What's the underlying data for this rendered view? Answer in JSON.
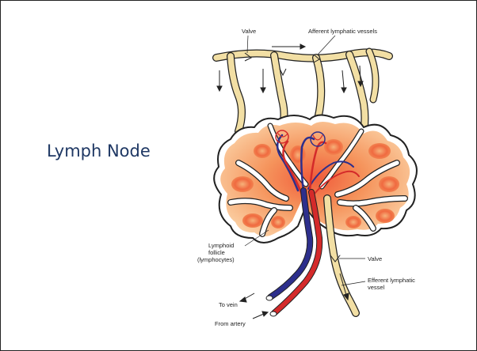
{
  "slide": {
    "title": "Lymph Node"
  },
  "diagram": {
    "labels": {
      "valve_top": "Valve",
      "afferent": "Afferent lymphatic vessels",
      "follicle_line1": "Lymphoid",
      "follicle_line2": "follicle",
      "follicle_line3": "(lymphocytes)",
      "valve_bottom": "Valve",
      "efferent_line1": "Efferent lymphatic",
      "efferent_line2": "vessel",
      "to_vein": "To vein",
      "from_artery": "From artery"
    },
    "colors": {
      "vessel": "#f2dfa4",
      "node_fill": "#f7a86a",
      "node_dark": "#f0784a",
      "vein": "#2d2f8c",
      "artery": "#d42a2a",
      "outline": "#222222"
    }
  }
}
